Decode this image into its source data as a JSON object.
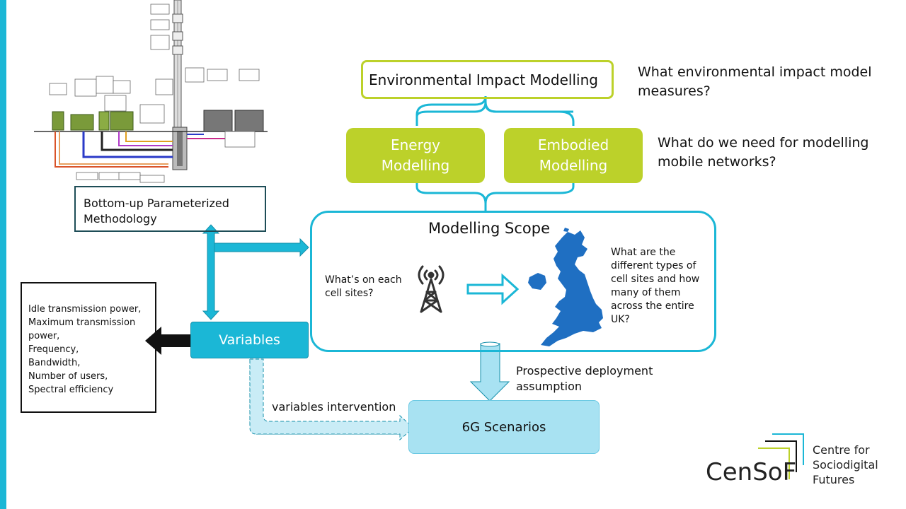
{
  "title_box": {
    "label": "Environmental Impact Modelling"
  },
  "questions": {
    "q1_line1": "What environmental impact model",
    "q1_line2": "measures?",
    "q2_line1": "What do we need for modelling",
    "q2_line2": "mobile networks?"
  },
  "energy": {
    "line1": "Energy",
    "line2": "Modelling"
  },
  "embodied": {
    "line1": "Embodied",
    "line2": "Modelling"
  },
  "scope": {
    "title": "Modelling Scope",
    "cell_q_line1": "What’s on each",
    "cell_q_line2": "cell sites?",
    "uk_q": [
      "What are the",
      "different types of",
      "cell sites and how",
      "many of them",
      "across the entire",
      "UK?"
    ]
  },
  "methodology": {
    "line1": "Bottom-up Parameterized",
    "line2": "Methodology"
  },
  "variables": {
    "label": "Variables"
  },
  "parameters": {
    "items": [
      "Idle transmission power,",
      "Maximum transmission",
      "power,",
      "Frequency,",
      "Bandwidth,",
      "Number of users,",
      "Spectral efficiency"
    ]
  },
  "deployment": {
    "line1": "Prospective deployment",
    "line2": "assumption"
  },
  "intervention": {
    "label": "variables intervention"
  },
  "scenarios": {
    "label": "6G Scenarios"
  },
  "logo": {
    "wordmark": "CenSoF",
    "line1": "Centre for",
    "line2": "Sociodigital",
    "line3": "Futures"
  },
  "colors": {
    "accent_cyan": "#1bb7d6",
    "accent_green": "#bcd12a",
    "light_blue": "#a8e2f2",
    "uk_blue": "#1f6fc2"
  },
  "icons": [
    "cell-tower-icon",
    "uk-map-icon",
    "cell-site-equipment-diagram"
  ]
}
